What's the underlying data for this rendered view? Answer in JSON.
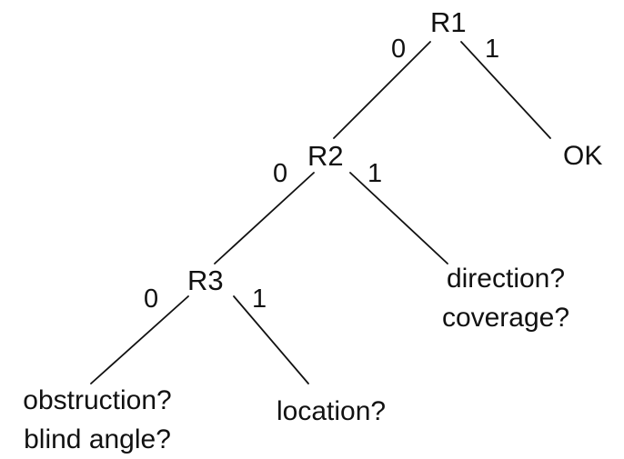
{
  "nodes": {
    "r1": "R1",
    "r2": "R2",
    "r3": "R3"
  },
  "branch_labels": {
    "r1_zero": "0",
    "r1_one": "1",
    "r2_zero": "0",
    "r2_one": "1",
    "r3_zero": "0",
    "r3_one": "1"
  },
  "leaves": {
    "ok": "OK",
    "direction": [
      "direction?",
      "coverage?"
    ],
    "location": "location?",
    "obstruction": [
      "obstruction?",
      "blind angle?"
    ]
  },
  "colors": {
    "line": "#111111",
    "text": "#111111",
    "background": "#ffffff"
  }
}
